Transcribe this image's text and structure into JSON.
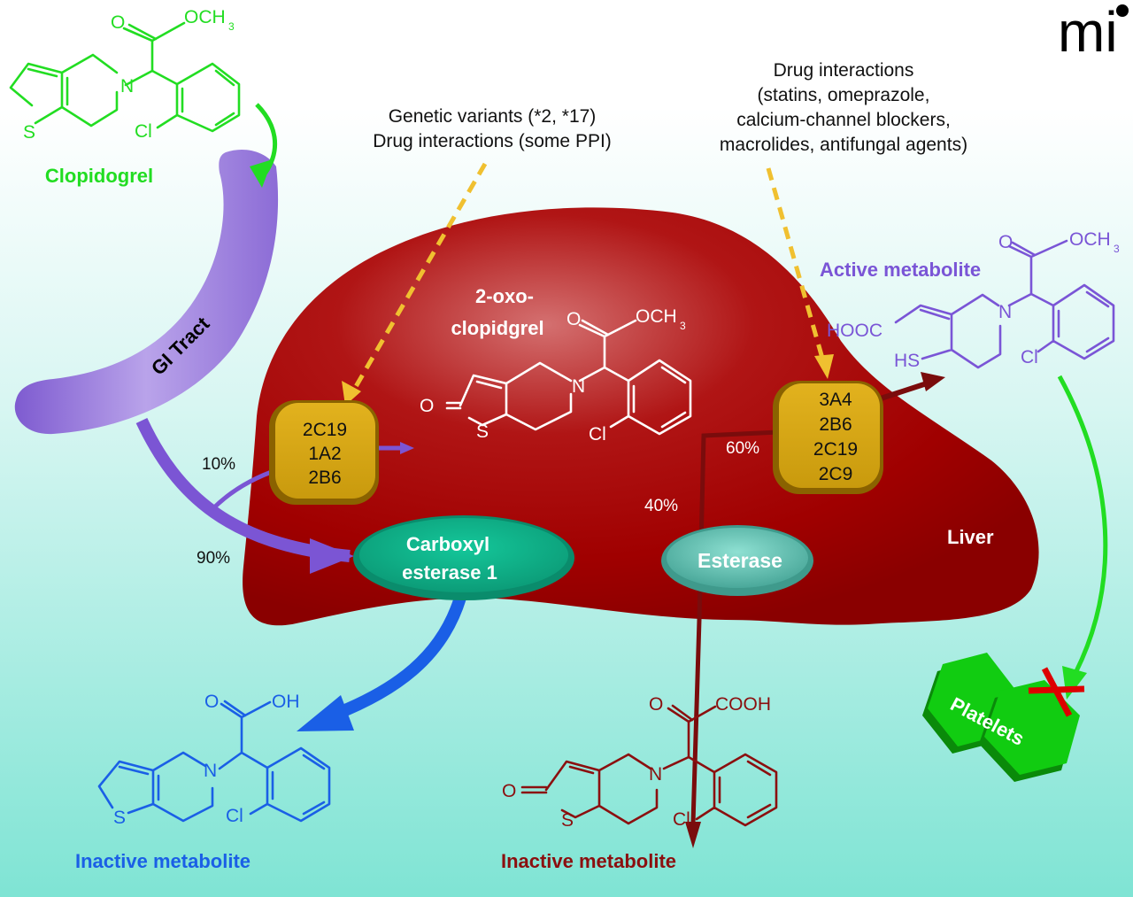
{
  "logo": {
    "text": "mi"
  },
  "drug": {
    "name": "Clopidogrel",
    "atoms": {
      "carbonyl_o": "O",
      "ester": "OCH",
      "ester_sub": "3",
      "n": "N",
      "s": "S",
      "cl": "Cl"
    },
    "color": "#22dd22"
  },
  "gi_tract": {
    "label": "GI Tract",
    "color": "#9b7fdc"
  },
  "notes": {
    "cyp2c19": [
      "Genetic variants (*2, *17)",
      "Drug interactions (some PPI)"
    ],
    "cyp3a4": [
      "Drug interactions",
      "(statins, omeprazole,",
      "calcium-channel blockers,",
      "macrolides, antifungal agents)"
    ]
  },
  "liver": {
    "label": "Liver",
    "color": "#a80000"
  },
  "intermediate": {
    "name_line1": "2-oxo-",
    "name_line2": "clopidgrel",
    "atoms": {
      "keto_o": "O",
      "carbonyl_o": "O",
      "ester": "OCH",
      "ester_sub": "3",
      "n": "N",
      "s": "S",
      "cl": "Cl"
    }
  },
  "enzyme_box_1": {
    "lines": [
      "2C19",
      "1A2",
      "2B6"
    ]
  },
  "enzyme_box_2": {
    "lines": [
      "3A4",
      "2B6",
      "2C19",
      "2C9"
    ]
  },
  "esterases": {
    "carboxyl": [
      "Carboxyl",
      "esterase 1"
    ],
    "generic": "Esterase"
  },
  "percentages": {
    "to_cyp": "10%",
    "to_ces1": "90%",
    "to_active": "60%",
    "to_esterase": "40%"
  },
  "active_metabolite": {
    "name": "Active metabolite",
    "atoms": {
      "carbonyl_o": "O",
      "ester": "OCH",
      "ester_sub": "3",
      "acid": "HOOC",
      "thiol": "HS",
      "n": "N",
      "cl": "Cl"
    },
    "color": "#7a55d6"
  },
  "inactive_metabolite_1": {
    "name": "Inactive metabolite",
    "atoms": {
      "carbonyl_o": "O",
      "acid": "OH",
      "n": "N",
      "s": "S",
      "cl": "Cl"
    },
    "color": "#1a5fe6"
  },
  "inactive_metabolite_2": {
    "name": "Inactive metabolite",
    "atoms": {
      "keto_o": "O",
      "carbonyl_o": "O",
      "acid": "COOH",
      "n": "N",
      "s": "S",
      "cl": "Cl"
    },
    "color": "#8b0f0f"
  },
  "platelets": {
    "label": "Platelets",
    "color": "#11cc11",
    "inhibit_mark": "X"
  }
}
